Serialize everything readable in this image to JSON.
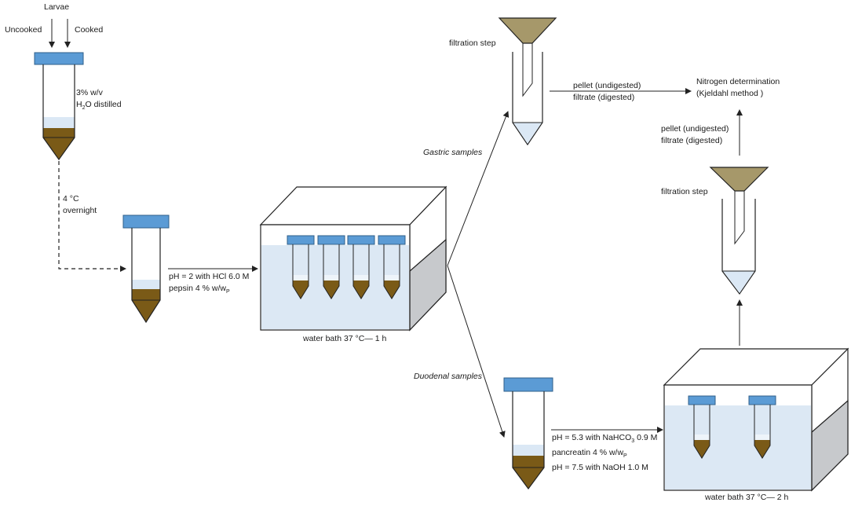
{
  "start": {
    "larvae": "Larvae",
    "uncooked": "Uncooked",
    "cooked": "Cooked",
    "mix_line1": "3% w/v",
    "mix_line2_pre": "H",
    "mix_line2_sub": "2",
    "mix_line2_post": "O distilled"
  },
  "storage": {
    "line1": "4 °C",
    "line2": "overnight"
  },
  "gastric_prep": {
    "line1": "pH = 2 with HCl 6.0 M",
    "line2_pre": "pepsin 4 % w/w",
    "line2_sub": "P"
  },
  "water_bath_1": "water bath 37 °C— 1 h",
  "gastric_samples": "Gastric samples",
  "duodenal_samples": "Duodenal samples",
  "filtration_top": "filtration step",
  "top_outputs": {
    "line1": "pellet (undigested)",
    "line2": "filtrate (digested)"
  },
  "nitrogen": {
    "line1": "Nitrogen determination",
    "line2": "(Kjeldahl method )"
  },
  "right_outputs": {
    "line1": "pellet (undigested)",
    "line2": "filtrate (digested)"
  },
  "filtration_right": "filtration step",
  "duodenal_prep": {
    "line1_pre": "pH = 5.3 with NaHCO",
    "line1_sub": "3",
    "line1_post": " 0.9 M",
    "line2_pre": "pancreatin 4 % w/w",
    "line2_sub": "P",
    "line3": "pH = 7.5 with NaOH 1.0 M"
  },
  "water_bath_2": "water bath 37 °C— 2 h",
  "colors": {
    "cap": "#5b9bd5",
    "cap_stroke": "#2f5f8a",
    "sediment": "#7a5a17",
    "liquid": "#dbe8f5",
    "water_front": "#dce8f4",
    "water_side": "#c7c9cc",
    "filter": "#a6986a"
  }
}
